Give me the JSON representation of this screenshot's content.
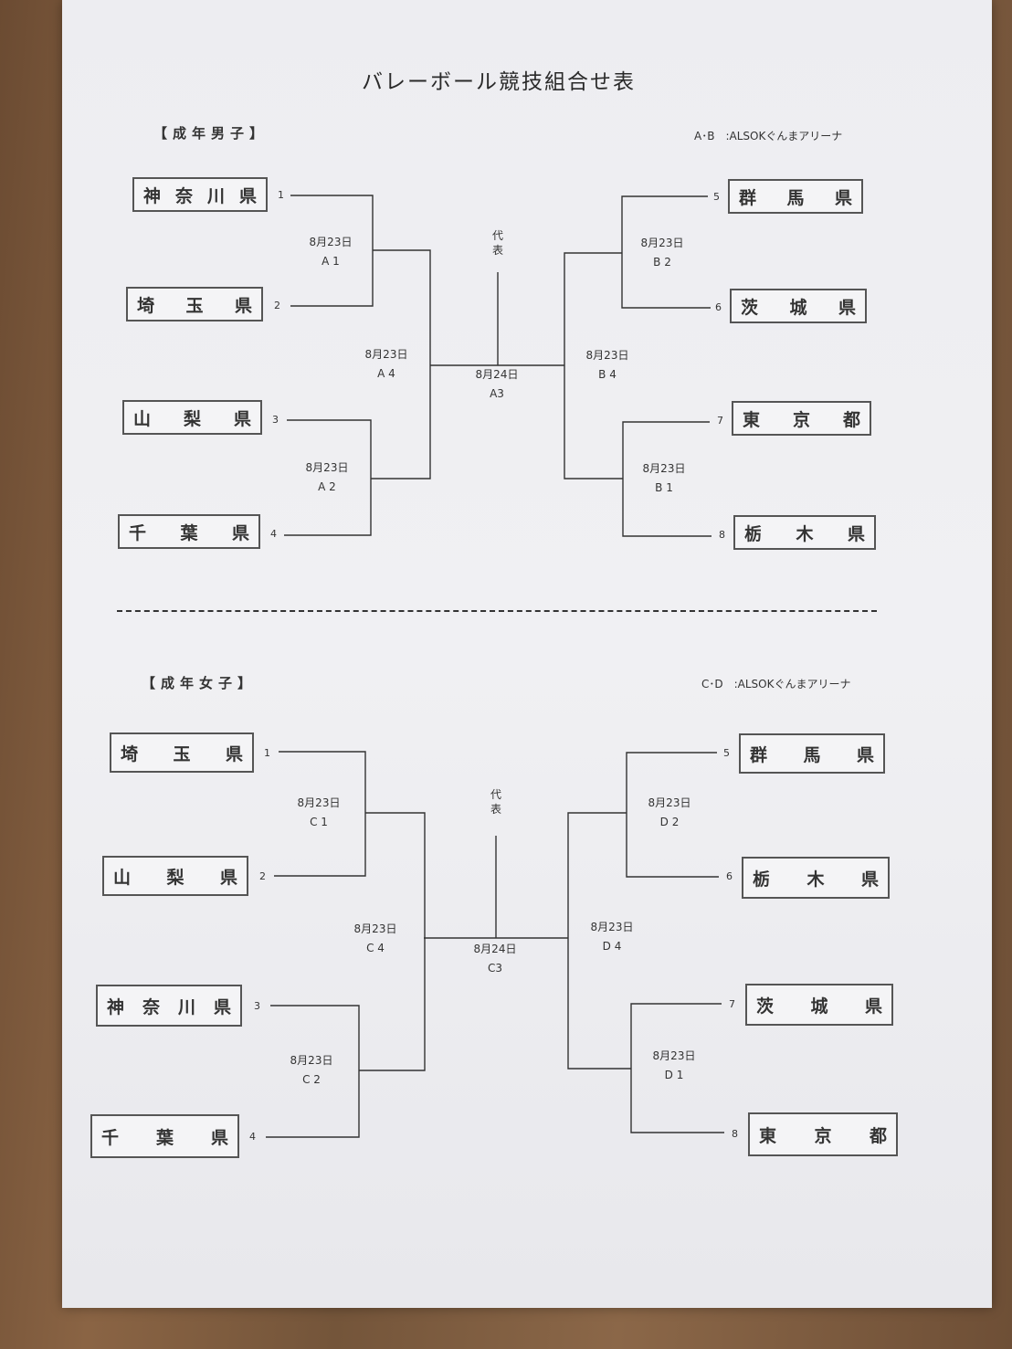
{
  "title": "バレーボール競技組合せ表",
  "men": {
    "label": "【成年男子】",
    "venue": "A･B　:ALSOKぐんまアリーナ",
    "final_date": "8月24日",
    "final_code": "A3",
    "rep": "代表",
    "teams_left": [
      {
        "seed": "1",
        "name": "神奈川県"
      },
      {
        "seed": "2",
        "name": "埼玉県"
      },
      {
        "seed": "3",
        "name": "山梨県"
      },
      {
        "seed": "4",
        "name": "千葉県"
      }
    ],
    "teams_right": [
      {
        "seed": "5",
        "name": "群馬県"
      },
      {
        "seed": "6",
        "name": "茨城県"
      },
      {
        "seed": "7",
        "name": "東京都"
      },
      {
        "seed": "8",
        "name": "栃木県"
      }
    ],
    "matches": {
      "A1": {
        "date": "8月23日",
        "code": "A 1"
      },
      "A2": {
        "date": "8月23日",
        "code": "A 2"
      },
      "A4": {
        "date": "8月23日",
        "code": "A 4"
      },
      "B2": {
        "date": "8月23日",
        "code": "B 2"
      },
      "B1": {
        "date": "8月23日",
        "code": "B 1"
      },
      "B4": {
        "date": "8月23日",
        "code": "B 4"
      }
    }
  },
  "women": {
    "label": "【成年女子】",
    "venue": "C･D　:ALSOKぐんまアリーナ",
    "final_date": "8月24日",
    "final_code": "C3",
    "rep": "代表",
    "teams_left": [
      {
        "seed": "1",
        "name": "埼玉県"
      },
      {
        "seed": "2",
        "name": "山梨県"
      },
      {
        "seed": "3",
        "name": "神奈川県"
      },
      {
        "seed": "4",
        "name": "千葉県"
      }
    ],
    "teams_right": [
      {
        "seed": "5",
        "name": "群馬県"
      },
      {
        "seed": "6",
        "name": "栃木県"
      },
      {
        "seed": "7",
        "name": "茨城県"
      },
      {
        "seed": "8",
        "name": "東京都"
      }
    ],
    "matches": {
      "C1": {
        "date": "8月23日",
        "code": "C 1"
      },
      "C2": {
        "date": "8月23日",
        "code": "C 2"
      },
      "C4": {
        "date": "8月23日",
        "code": "C 4"
      },
      "D2": {
        "date": "8月23日",
        "code": "D 2"
      },
      "D1": {
        "date": "8月23日",
        "code": "D 1"
      },
      "D4": {
        "date": "8月23日",
        "code": "D 4"
      }
    }
  }
}
